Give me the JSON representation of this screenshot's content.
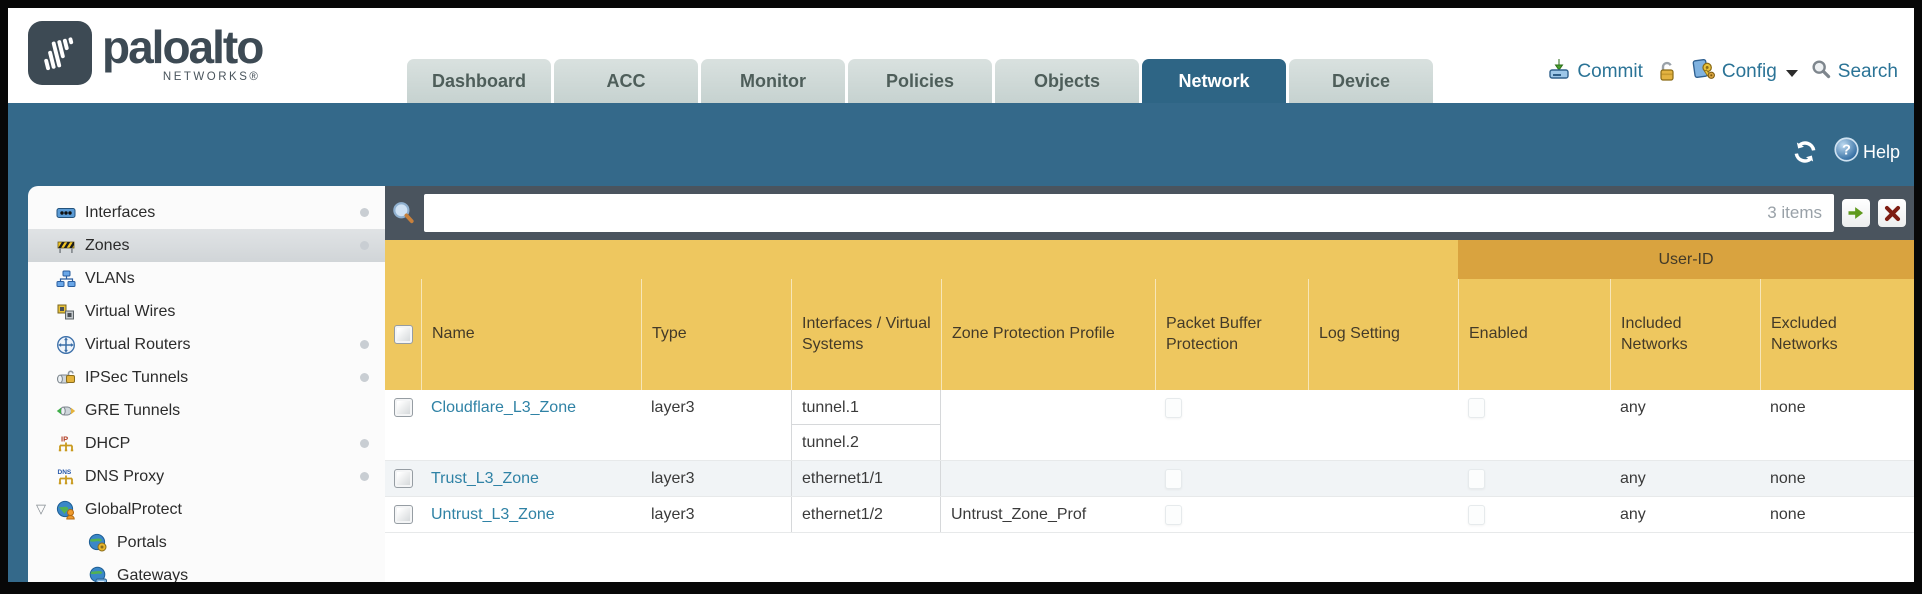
{
  "brand": {
    "name": "paloalto",
    "sub": "NETWORKS®"
  },
  "nav": {
    "tabs": [
      {
        "label": "Dashboard",
        "active": false
      },
      {
        "label": "ACC",
        "active": false
      },
      {
        "label": "Monitor",
        "active": false
      },
      {
        "label": "Policies",
        "active": false
      },
      {
        "label": "Objects",
        "active": false
      },
      {
        "label": "Network",
        "active": true
      },
      {
        "label": "Device",
        "active": false
      }
    ]
  },
  "header_actions": {
    "commit": "Commit",
    "config": "Config",
    "search": "Search"
  },
  "toolbar": {
    "help": "Help"
  },
  "sidebar": {
    "items": [
      {
        "label": "Interfaces",
        "icon": "interfaces-icon",
        "dot": true,
        "selected": false,
        "indent": 0,
        "expanded": false
      },
      {
        "label": "Zones",
        "icon": "zones-icon",
        "dot": true,
        "selected": true,
        "indent": 0,
        "expanded": false
      },
      {
        "label": "VLANs",
        "icon": "vlans-icon",
        "dot": false,
        "selected": false,
        "indent": 0,
        "expanded": false
      },
      {
        "label": "Virtual Wires",
        "icon": "virtual-wires-icon",
        "dot": false,
        "selected": false,
        "indent": 0,
        "expanded": false
      },
      {
        "label": "Virtual Routers",
        "icon": "virtual-routers-icon",
        "dot": true,
        "selected": false,
        "indent": 0,
        "expanded": false
      },
      {
        "label": "IPSec Tunnels",
        "icon": "ipsec-tunnels-icon",
        "dot": true,
        "selected": false,
        "indent": 0,
        "expanded": false
      },
      {
        "label": "GRE Tunnels",
        "icon": "gre-tunnels-icon",
        "dot": false,
        "selected": false,
        "indent": 0,
        "expanded": false
      },
      {
        "label": "DHCP",
        "icon": "dhcp-icon",
        "dot": true,
        "selected": false,
        "indent": 0,
        "expanded": false
      },
      {
        "label": "DNS Proxy",
        "icon": "dns-proxy-icon",
        "dot": true,
        "selected": false,
        "indent": 0,
        "expanded": false
      },
      {
        "label": "GlobalProtect",
        "icon": "globalprotect-icon",
        "dot": false,
        "selected": false,
        "indent": 0,
        "expanded": true
      },
      {
        "label": "Portals",
        "icon": "portals-icon",
        "dot": false,
        "selected": false,
        "indent": 1,
        "expanded": false
      },
      {
        "label": "Gateways",
        "icon": "gateways-icon",
        "dot": false,
        "selected": false,
        "indent": 1,
        "expanded": false
      }
    ]
  },
  "filter": {
    "value": "",
    "count": "3 items"
  },
  "table": {
    "group_header": "User-ID",
    "columns": [
      {
        "label": "Name"
      },
      {
        "label": "Type"
      },
      {
        "label": "Interfaces / Virtual Systems"
      },
      {
        "label": "Zone Protection Profile"
      },
      {
        "label": "Packet Buffer Protection"
      },
      {
        "label": "Log Setting"
      },
      {
        "label": "Enabled"
      },
      {
        "label": "Included Networks"
      },
      {
        "label": "Excluded Networks"
      }
    ],
    "rows": [
      {
        "name": "Cloudflare_L3_Zone",
        "type": "layer3",
        "interfaces": [
          "tunnel.1",
          "tunnel.2"
        ],
        "zone_protection_profile": "",
        "log_setting": "",
        "included_networks": "any",
        "excluded_networks": "none"
      },
      {
        "name": "Trust_L3_Zone",
        "type": "layer3",
        "interfaces": [
          "ethernet1/1"
        ],
        "zone_protection_profile": "",
        "log_setting": "",
        "included_networks": "any",
        "excluded_networks": "none"
      },
      {
        "name": "Untrust_L3_Zone",
        "type": "layer3",
        "interfaces": [
          "ethernet1/2"
        ],
        "zone_protection_profile": "Untrust_Zone_Prof",
        "log_setting": "",
        "included_networks": "any",
        "excluded_networks": "none"
      }
    ]
  },
  "colors": {
    "teal_band": "#34698a",
    "active_tab": "#2e6585",
    "inactive_tab": "#c9d5d3",
    "header_orange": "#eec75f",
    "userid_orange": "#d9a33f",
    "search_row": "#4a545e",
    "link": "#2f82a5",
    "frame": "#070707"
  }
}
